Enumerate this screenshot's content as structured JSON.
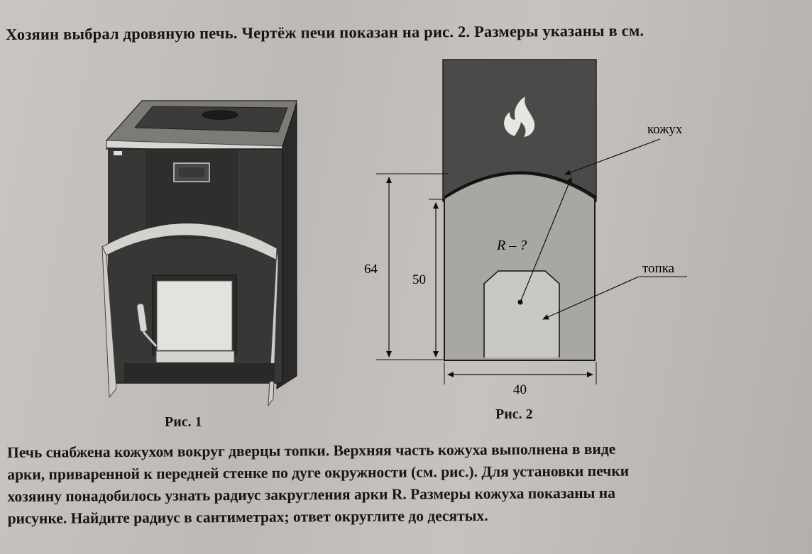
{
  "problem": {
    "intro": "Хозяин выбрал дровяную печь. Чертёж печи показан на рис. 2. Размеры указаны в см.",
    "paragraph_lines": [
      "Печь снабжена кожухом вокруг дверцы топки. Верхняя часть кожуха выполнена в виде",
      "арки, приваренной к передней стенке по дуге окружности (см. рис.). Для установки печки",
      "хозяину понадобилось узнать радиус закругления арки R. Размеры кожуха показаны на",
      "рисунке. Найдите радиус в сантиметрах; ответ округлите до десятых."
    ]
  },
  "figure1": {
    "caption": "Рис. 1"
  },
  "figure2": {
    "caption": "Рис. 2",
    "label_casing": "кожух",
    "label_firebox": "топка",
    "label_radius": "R – ?",
    "dim_total_height": "64",
    "dim_side_height": "50",
    "dim_width": "40",
    "icon": "flame-icon"
  }
}
